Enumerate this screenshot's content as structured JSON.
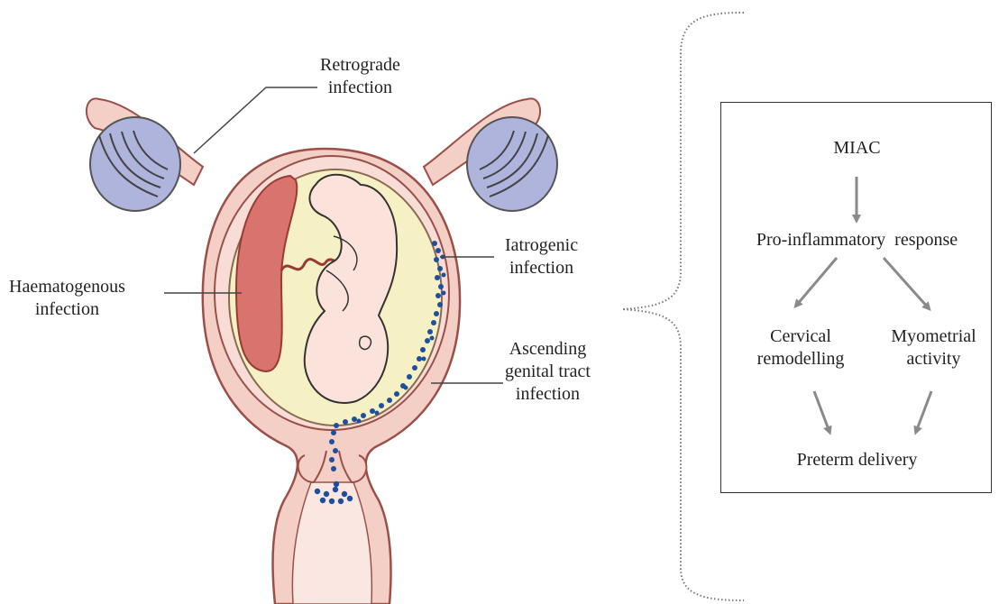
{
  "labels": {
    "retrograde": [
      "Retrograde",
      "infection"
    ],
    "haematogenous": [
      "Haematogenous",
      "infection"
    ],
    "iatrogenic": [
      "Iatrogenic",
      "infection"
    ],
    "ascending": [
      "Ascending",
      "genital tract",
      "infection"
    ]
  },
  "flowchart": {
    "miac": "MIAC",
    "proinflammatory": "Pro-inflammatory  response",
    "cervical": [
      "Cervical",
      "remodelling"
    ],
    "myometrial": [
      "Myometrial",
      "activity"
    ],
    "preterm": "Preterm delivery"
  },
  "colors": {
    "uterus_wall": "#f4cfc6",
    "uterus_outline": "#9a5048",
    "amniotic": "#f6f1c4",
    "placenta": "#d9736e",
    "ovary": "#aeb4dc",
    "bacteria": "#1f4f9c",
    "arrow": "#8a8a8a"
  }
}
